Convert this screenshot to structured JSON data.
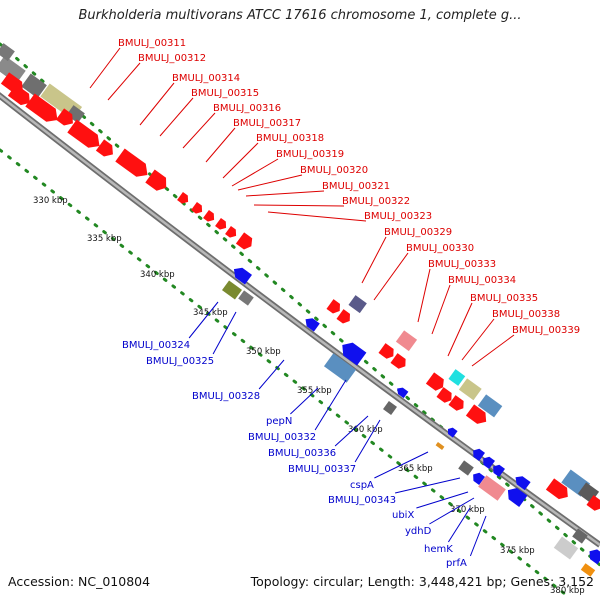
{
  "title": "Burkholderia multivorans ATCC 17616 chromosome 1, complete g...",
  "footer": {
    "accession": "Accession: NC_010804",
    "summary": "Topology: circular; Length: 3,448,421 bp; Genes: 3,152"
  },
  "colors": {
    "forward_gene": "#ff1010",
    "reverse_gene": "#1010ee",
    "forward_label": "#dd0000",
    "reverse_label": "#0000cc",
    "backbone": "#888888",
    "tick": "#228822"
  },
  "ticks": [
    "330 kbp",
    "335 kbp",
    "340 kbp",
    "345 kbp",
    "350 kbp",
    "355 kbp",
    "360 kbp",
    "365 kbp",
    "370 kbp",
    "375 kbp",
    "380 kbp"
  ],
  "labels_top": [
    "BMULJ_00311",
    "BMULJ_00312",
    "BMULJ_00314",
    "BMULJ_00315",
    "BMULJ_00316",
    "BMULJ_00317",
    "BMULJ_00318",
    "BMULJ_00319",
    "BMULJ_00320",
    "BMULJ_00321",
    "BMULJ_00322",
    "BMULJ_00323",
    "BMULJ_00329",
    "BMULJ_00330",
    "BMULJ_00333",
    "BMULJ_00334",
    "BMULJ_00335",
    "BMULJ_00338",
    "BMULJ_00339"
  ],
  "labels_bottom": [
    "BMULJ_00324",
    "BMULJ_00325",
    "BMULJ_00328",
    "pepN",
    "BMULJ_00332",
    "BMULJ_00336",
    "BMULJ_00337",
    "cspA",
    "BMULJ_00343",
    "ubiX",
    "ydhD",
    "hemK",
    "prfA"
  ]
}
